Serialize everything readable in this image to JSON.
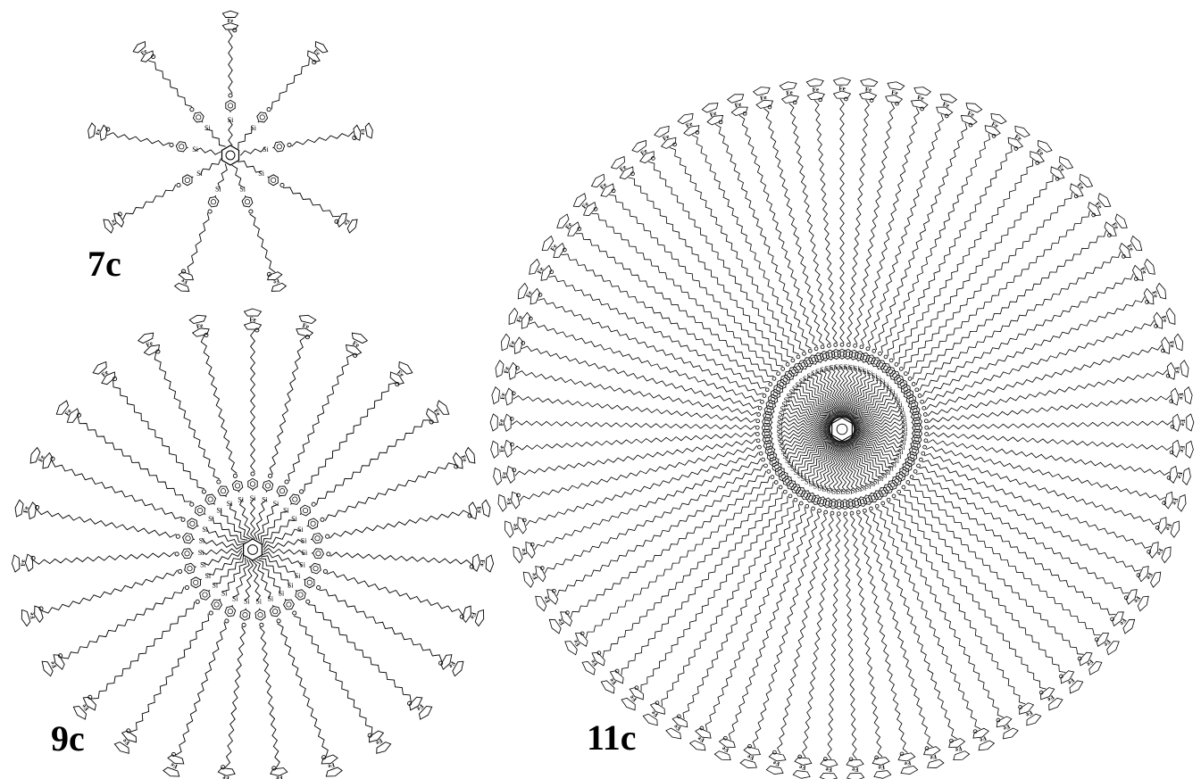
{
  "labels": {
    "small": "7c",
    "medium": "9c",
    "large": "11c"
  },
  "atoms": {
    "silicon": "Si",
    "iron": "Fe"
  },
  "colors": {
    "ink": "#000000",
    "background": "#ffffff"
  }
}
